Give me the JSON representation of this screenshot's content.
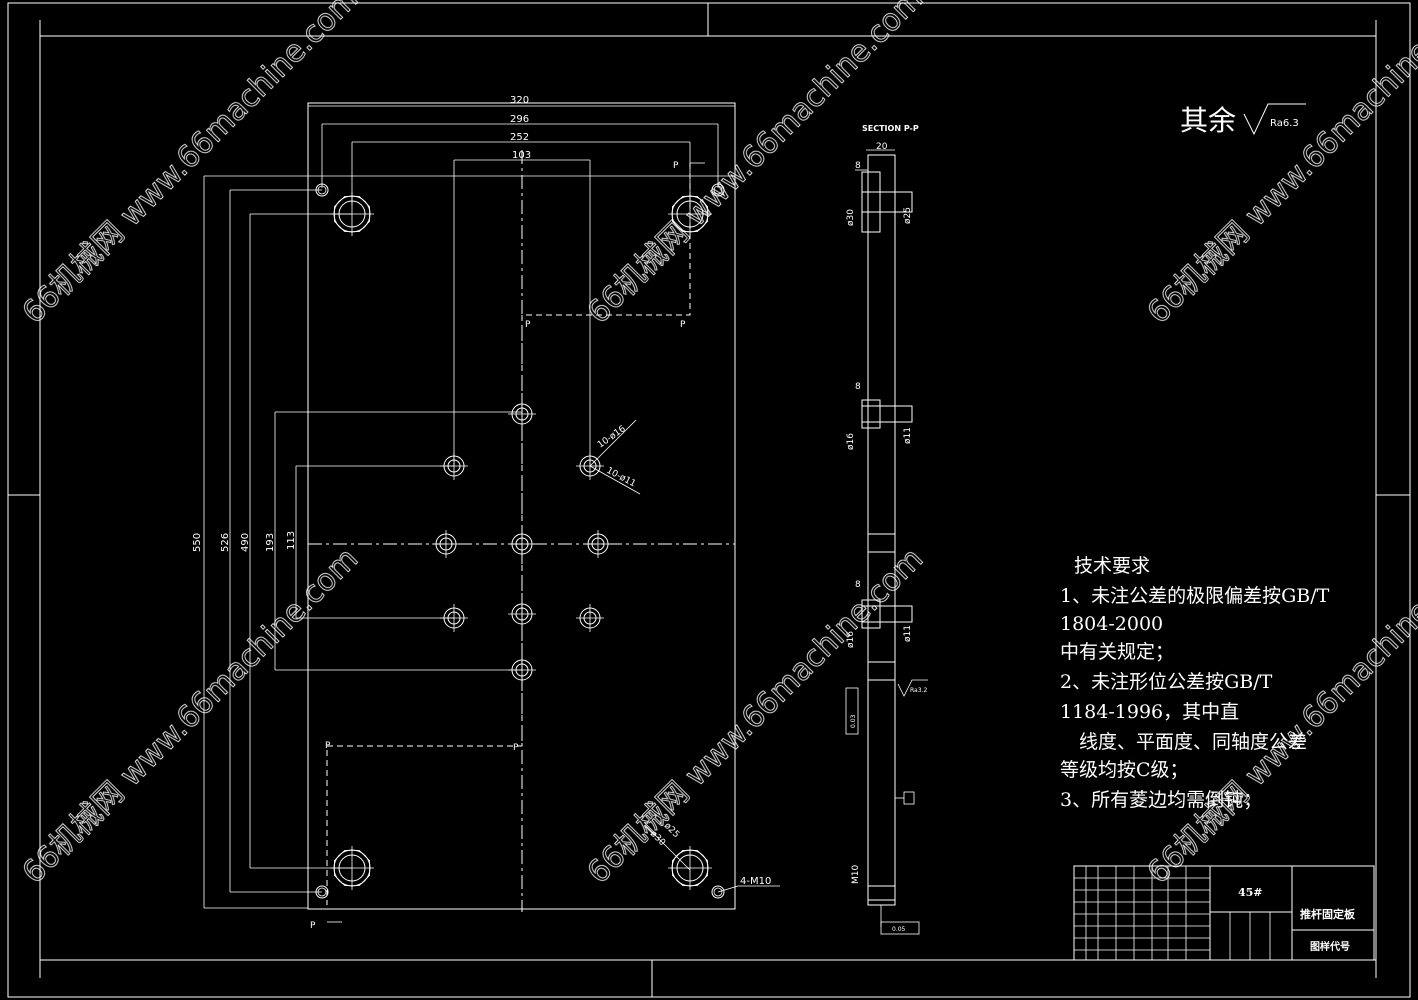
{
  "surface": {
    "label": "其余",
    "ra": "Ra6.3"
  },
  "front_view": {
    "dims_horizontal": [
      "320",
      "296",
      "252",
      "103"
    ],
    "dims_vertical": [
      "550",
      "526",
      "490",
      "193",
      "113"
    ],
    "hole_callouts": [
      "10-ø16",
      "10-ø11"
    ],
    "corner_callouts": [
      "ø30",
      "ø25"
    ],
    "thread_callout": "4-M10",
    "section_mark": "P"
  },
  "section_view": {
    "title": "SECTION P-P",
    "thickness": "20",
    "depth_labels": [
      "8",
      "8",
      "8"
    ],
    "diameters": [
      "ø30",
      "ø25",
      "ø16",
      "ø11",
      "ø16",
      "ø11"
    ],
    "thread": "M10",
    "ra_small": "Ra3.2",
    "tol_a": "0.03",
    "tol_b": "0.05"
  },
  "notes": {
    "heading": "技术要求",
    "lines": [
      "1、未注公差的极限偏差按GB/T",
      "1804-2000",
      "中有关规定；",
      "2、未注形位公差按GB/T",
      "1184-1996，其中直",
      "　线度、平面度、同轴度公差",
      "等级均按C级；",
      "3、所有菱边均需倒钝；"
    ]
  },
  "title_block": {
    "material": "45#",
    "part_name": "推杆固定板",
    "drawing_code": "图样代号"
  },
  "watermark": "66机械网 www.66machine.com"
}
